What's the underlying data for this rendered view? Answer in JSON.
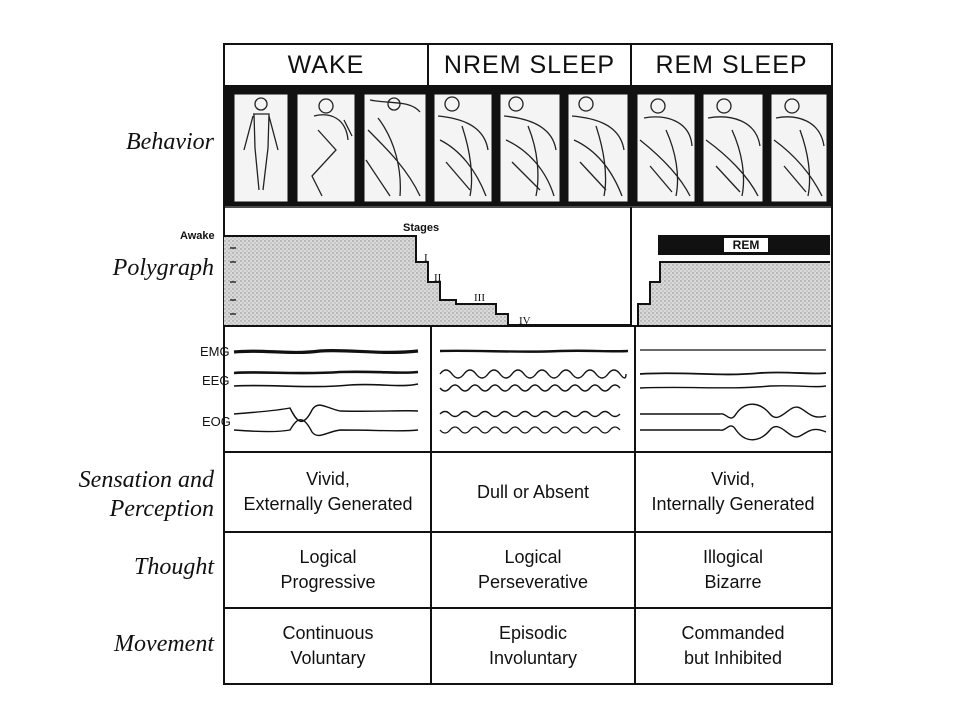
{
  "columns": [
    "WAKE",
    "NREM SLEEP",
    "REM SLEEP"
  ],
  "row_labels": {
    "behavior": "Behavior",
    "polygraph": "Polygraph",
    "sensation_line1": "Sensation and",
    "sensation_line2": "Perception",
    "thought": "Thought",
    "movement": "Movement"
  },
  "polygraph": {
    "awake": "Awake",
    "stages": "Stages",
    "stage_numerals": [
      "I",
      "II",
      "III",
      "IV"
    ],
    "rem": "REM"
  },
  "traces": [
    "EMG",
    "EEG",
    "EOG"
  ],
  "sensation": {
    "wake": [
      "Vivid,",
      "Externally Generated"
    ],
    "nrem": [
      "Dull or Absent"
    ],
    "rem": [
      "Vivid,",
      "Internally Generated"
    ]
  },
  "thought": {
    "wake": [
      "Logical",
      "Progressive"
    ],
    "nrem": [
      "Logical",
      "Perseverative"
    ],
    "rem": [
      "Illogical",
      "Bizarre"
    ]
  },
  "movement": {
    "wake": [
      "Continuous",
      "Voluntary"
    ],
    "nrem": [
      "Episodic",
      "Involuntary"
    ],
    "rem": [
      "Commanded",
      "but Inhibited"
    ]
  }
}
